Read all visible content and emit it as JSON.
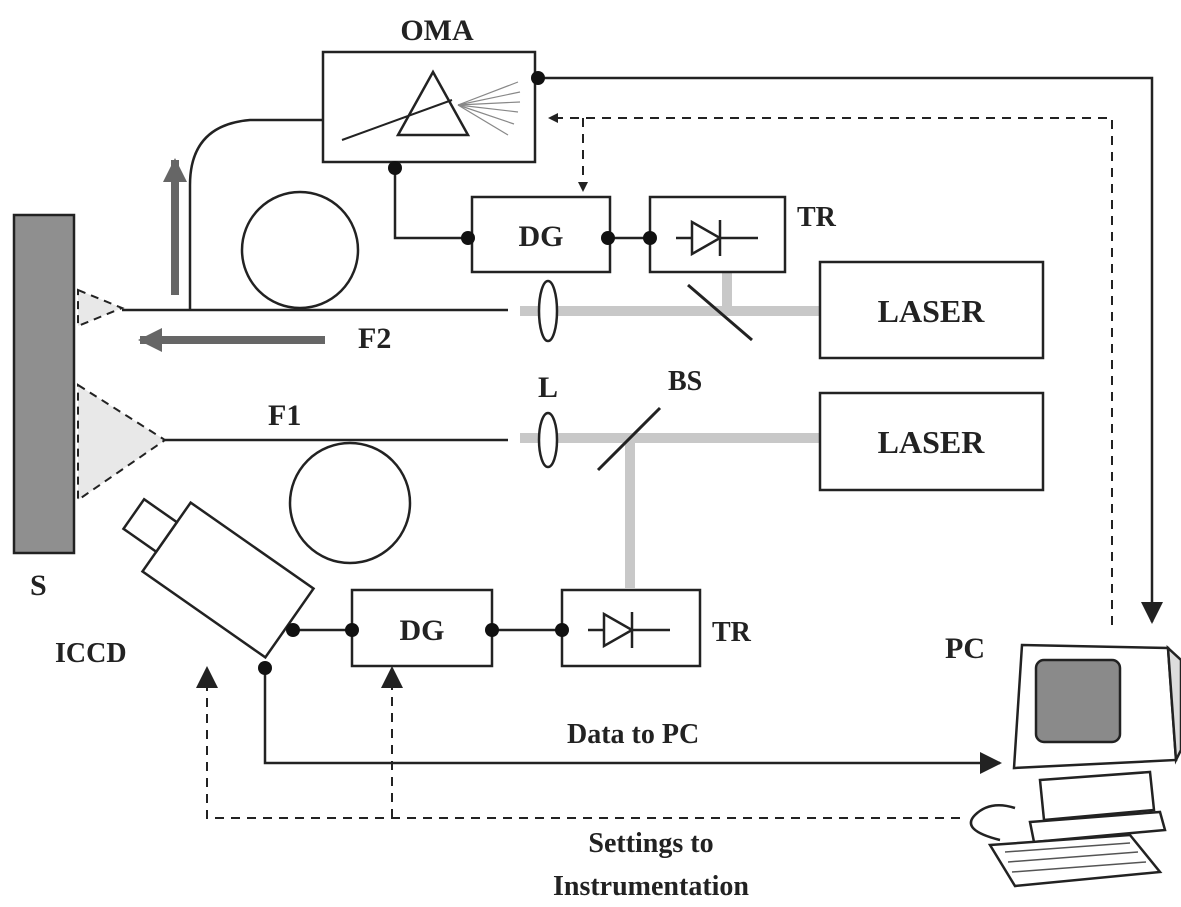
{
  "labels": {
    "oma": "OMA",
    "dg_top": "DG",
    "tr_top": "TR",
    "laser_top": "LASER",
    "f2": "F2",
    "l": "L",
    "bs": "BS",
    "laser_bottom": "LASER",
    "f1": "F1",
    "s": "S",
    "iccd": "ICCD",
    "dg_bottom": "DG",
    "tr_bottom": "TR",
    "pc": "PC",
    "data_to_pc": "Data to PC",
    "settings_line1": "Settings to",
    "settings_line2": "Instrumentation"
  },
  "colors": {
    "line": "#222222",
    "beam": "#c8c8c8",
    "sample": "#8f8f8f",
    "arrow_gray": "#666666",
    "monitor_screen": "#8a8a8a"
  }
}
